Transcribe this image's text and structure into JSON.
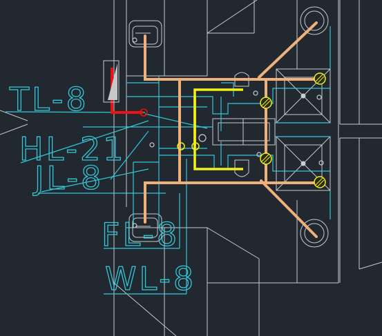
{
  "drawing": {
    "labels": {
      "tl": "TL-8",
      "hl": "HL-21",
      "jl": "JL-8",
      "fl": "FL-8",
      "wl": "WL-8"
    },
    "colors": {
      "background": "#212830",
      "wall": "#c9ccd0",
      "cyan": "#33c8d8",
      "orange_pipe": "#f0b07a",
      "yellow_pipe": "#f2f21a",
      "red_pipe": "#ee1111",
      "grey_fill": "#c8c8c8"
    },
    "icons": [
      "floor-drain-icon",
      "toilet-icon",
      "sink-icon",
      "shower-icon",
      "riser-icon"
    ]
  }
}
